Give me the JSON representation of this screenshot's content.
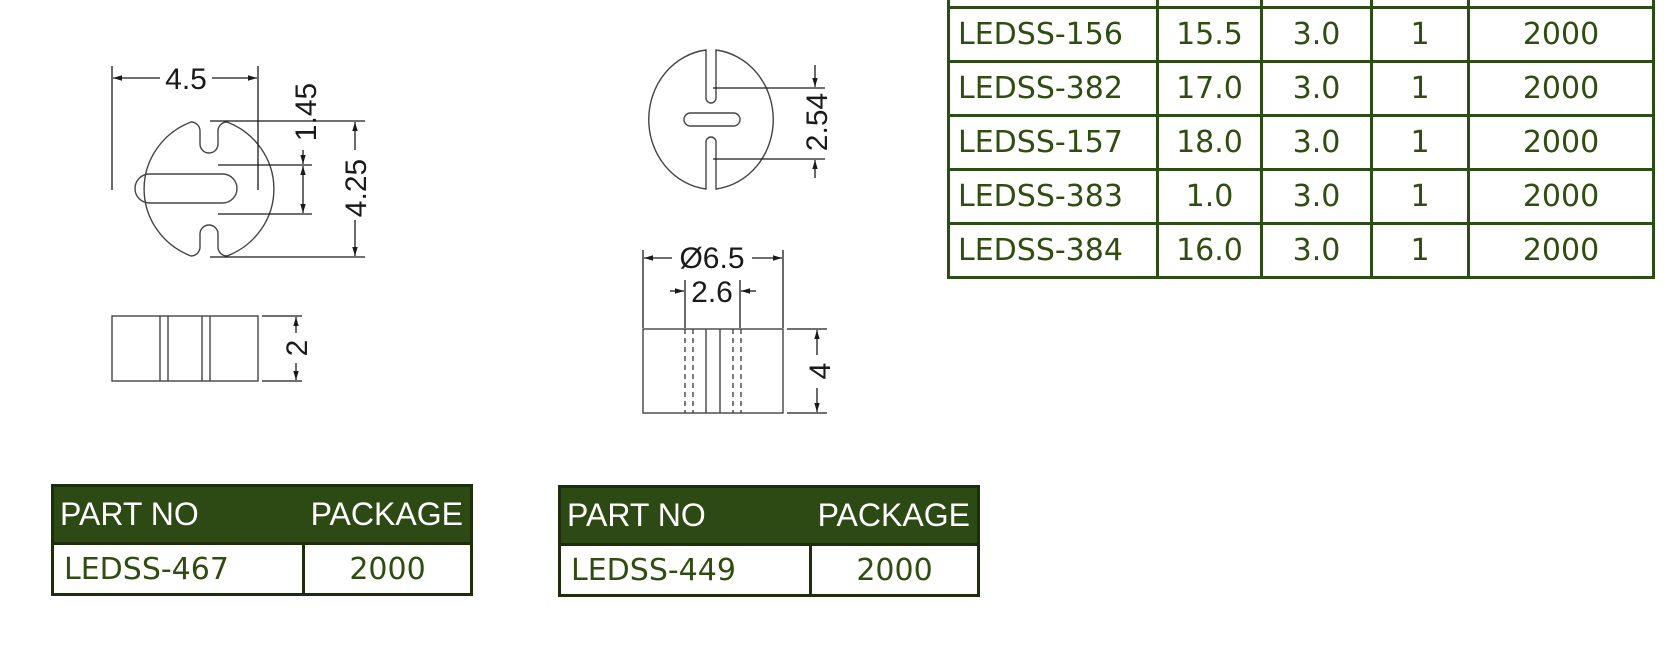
{
  "drawing": {
    "part1": {
      "width": "4.5",
      "slot_gap": "1.45",
      "height": "4.25",
      "thickness": "2"
    },
    "part2": {
      "slot_spacing": "2.54",
      "diameter": "Ø6.5",
      "inner_width": "2.6",
      "length": "4"
    }
  },
  "spec_table": {
    "rows": [
      {
        "part_no": "LEDSS-156",
        "v1": "15.5",
        "v2": "3.0",
        "v3": "1",
        "package": "2000"
      },
      {
        "part_no": "LEDSS-382",
        "v1": "17.0",
        "v2": "3.0",
        "v3": "1",
        "package": "2000"
      },
      {
        "part_no": "LEDSS-157",
        "v1": "18.0",
        "v2": "3.0",
        "v3": "1",
        "package": "2000"
      },
      {
        "part_no": "LEDSS-383",
        "v1": "1.0",
        "v2": "3.0",
        "v3": "1",
        "package": "2000"
      },
      {
        "part_no": "LEDSS-384",
        "v1": "16.0",
        "v2": "3.0",
        "v3": "1",
        "package": "2000"
      }
    ]
  },
  "package_table_1": {
    "header_part_no": "PART NO",
    "header_package": "PACKAGE",
    "part_no": "LEDSS-467",
    "package": "2000"
  },
  "package_table_2": {
    "header_part_no": "PART NO",
    "header_package": "PACKAGE",
    "part_no": "LEDSS-449",
    "package": "2000"
  }
}
